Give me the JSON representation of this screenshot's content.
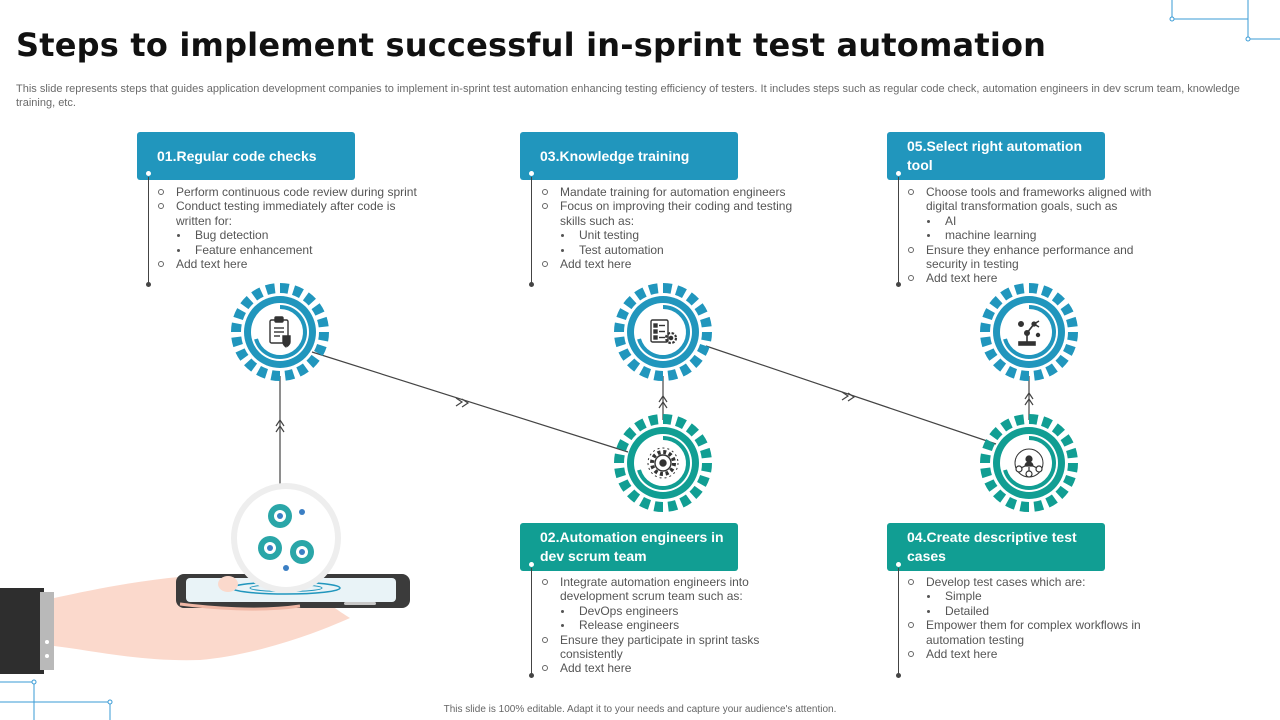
{
  "title": "Steps to implement successful in-sprint test automation",
  "subtitle": "This slide represents steps that guides application development companies to implement in-sprint test automation enhancing testing efficiency of testers. It includes steps such as regular code check, automation engineers in dev scrum team, knowledge training, etc.",
  "footer": "This slide is 100% editable. Adapt it to your needs and capture your audience's attention.",
  "colors": {
    "blue": "#2196bd",
    "teal": "#119e93",
    "connector": "#444444"
  },
  "steps": [
    {
      "heading": "01.Regular code checks",
      "icon": "clipboard-icon",
      "bullets": [
        {
          "text": "Perform continuous code review during sprint",
          "sub": []
        },
        {
          "text": "Conduct testing immediately after code is written for:",
          "sub": [
            "Bug detection",
            "Feature enhancement"
          ]
        },
        {
          "text": "Add text here",
          "sub": []
        }
      ]
    },
    {
      "heading": "02.Automation engineers in dev scrum team",
      "icon": "gear-settings-icon",
      "bullets": [
        {
          "text": "Integrate automation engineers into development scrum team such as:",
          "sub": [
            "DevOps engineers",
            "Release engineers"
          ]
        },
        {
          "text": "Ensure they participate in sprint tasks consistently",
          "sub": []
        },
        {
          "text": "Add text here",
          "sub": []
        }
      ]
    },
    {
      "heading": "03.Knowledge training",
      "icon": "checklist-gear-icon",
      "bullets": [
        {
          "text": "Mandate training for automation engineers",
          "sub": []
        },
        {
          "text": "Focus on improving their coding and testing skills such as:",
          "sub": [
            "Unit testing",
            "Test automation"
          ]
        },
        {
          "text": "Add text here",
          "sub": []
        }
      ]
    },
    {
      "heading": "04.Create descriptive test cases",
      "icon": "network-users-icon",
      "bullets": [
        {
          "text": "Develop test cases which are:",
          "sub": [
            "Simple",
            "Detailed"
          ]
        },
        {
          "text": "Empower them for complex workflows in automation testing",
          "sub": []
        },
        {
          "text": "Add text here",
          "sub": []
        }
      ]
    },
    {
      "heading": "05.Select right automation tool",
      "icon": "robot-arm-icon",
      "bullets": [
        {
          "text": "Choose tools and frameworks aligned with digital transformation goals, such as",
          "sub": [
            "AI",
            "machine learning"
          ]
        },
        {
          "text": "Ensure they enhance performance and security in testing",
          "sub": []
        },
        {
          "text": "Add text here",
          "sub": []
        }
      ]
    }
  ]
}
